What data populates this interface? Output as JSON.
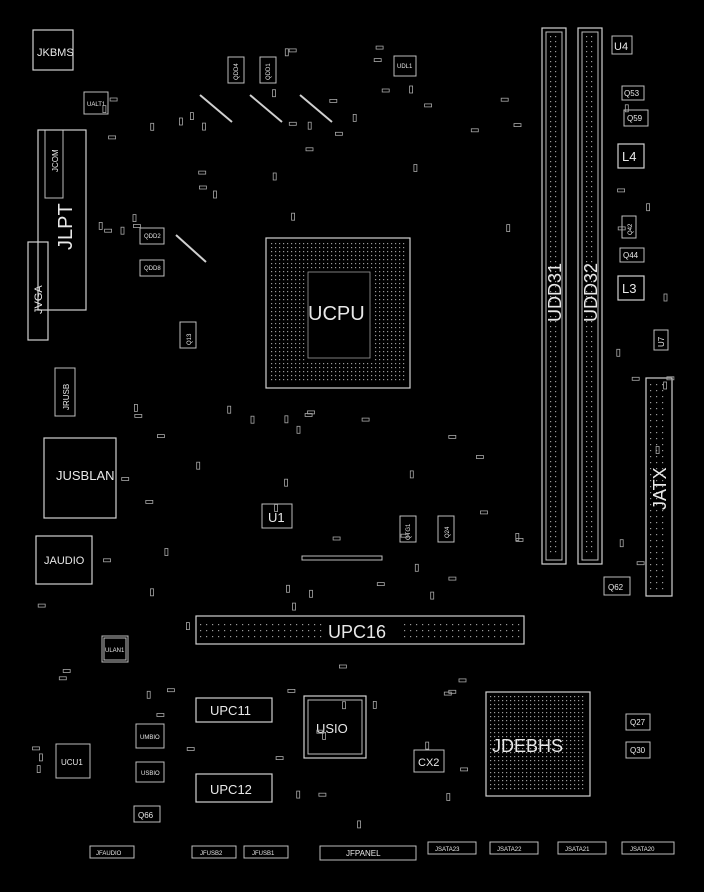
{
  "labels": {
    "jkbms": "JKBMS",
    "ualt1": "UALT1",
    "jcom": "JCOM",
    "jlpt": "JLPT",
    "jvga": "JVGA",
    "jrusb": "JRUSB",
    "jusblan": "JUSBLAN",
    "jaudio": "JAUDIO",
    "ucpu": "UCPU",
    "udd31": "UDD31",
    "udd32": "UDD32",
    "u4": "U4",
    "q53": "Q53",
    "q59": "Q59",
    "l4": "L4",
    "q42": "Q42",
    "q44": "Q44",
    "l3": "L3",
    "u7": "U7",
    "jatx": "JATX",
    "q62": "Q62",
    "u1": "U1",
    "q13": "Q13",
    "q24": "Q24",
    "qtg1": "QTG1",
    "udl1": "UDL1",
    "upc16": "UPC16",
    "ulan1": "ULAN1",
    "upc11": "UPC11",
    "usio": "USIO",
    "upc12": "UPC12",
    "ucu1": "UCU1",
    "umbio": "UMBIO",
    "usbio": "USBIO",
    "q66": "Q66",
    "cx2": "CX2",
    "jdebug_ubhs": "JDEBHS",
    "q27": "Q27",
    "q30": "Q30",
    "jfaudio": "JFAUDIO",
    "jfusb2": "JFUSB2",
    "jfusb1": "JFUSB1",
    "jfpanel": "JFPANEL",
    "jsata23": "JSATA23",
    "jsata22": "JSATA22",
    "jsata21": "JSATA21",
    "jsata20": "JSATA20",
    "qdd2": "QDD2",
    "qdd8": "QDD8",
    "qdd4": "QDD4",
    "qdd1": "QDD1"
  }
}
